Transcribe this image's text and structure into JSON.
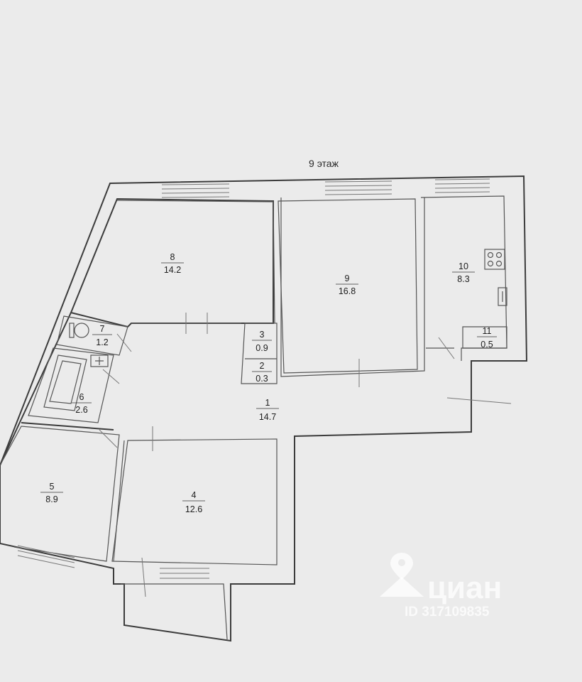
{
  "floor_label": "9 этаж",
  "rooms": [
    {
      "id": "room-1",
      "number": "1",
      "area": "14.7"
    },
    {
      "id": "room-2",
      "number": "2",
      "area": "0.3"
    },
    {
      "id": "room-3",
      "number": "3",
      "area": "0.9"
    },
    {
      "id": "room-4",
      "number": "4",
      "area": "12.6"
    },
    {
      "id": "room-5",
      "number": "5",
      "area": "8.9"
    },
    {
      "id": "room-6",
      "number": "6",
      "area": "2.6"
    },
    {
      "id": "room-7",
      "number": "7",
      "area": "1.2"
    },
    {
      "id": "room-8",
      "number": "8",
      "area": "14.2"
    },
    {
      "id": "room-9",
      "number": "9",
      "area": "16.8"
    },
    {
      "id": "room-10",
      "number": "10",
      "area": "8.3"
    },
    {
      "id": "room-11",
      "number": "11",
      "area": "0.5"
    }
  ],
  "watermark": {
    "brand": "циан",
    "listing_id": "ID 317109835"
  }
}
